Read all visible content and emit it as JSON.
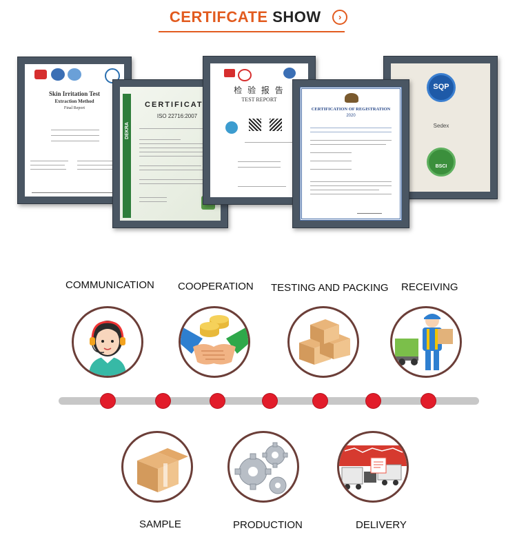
{
  "header": {
    "title_highlight": "CERTIFCATE",
    "title_rest": " SHOW",
    "arrow": "›"
  },
  "certificates": {
    "skin": {
      "title": "Skin Irritation Test",
      "subtitle": "Extraction Method",
      "subtitle2": "Final Report"
    },
    "iso": {
      "title": "CERTIFICATE",
      "standard": "ISO 22716:2007",
      "brand": "DEKRA"
    },
    "cn": {
      "title": "检 验 报 告",
      "subtitle": "TEST REPORT"
    },
    "reg": {
      "title": "CERTIFICATION OF REGISTRATION",
      "year": "2020"
    },
    "audits": {
      "sqp": "SQP",
      "sedex": "Sedex",
      "bsci": "BSCI"
    }
  },
  "process": {
    "top": [
      "COMMUNICATION",
      "COOPERATION",
      "TESTING AND PACKING",
      "RECEIVING"
    ],
    "bottom": [
      "SAMPLE",
      "PRODUCTION",
      "DELIVERY"
    ]
  },
  "colors": {
    "accent": "#e25b1f",
    "timeline_dot": "#e21c2a",
    "frame": "#4a5663"
  }
}
